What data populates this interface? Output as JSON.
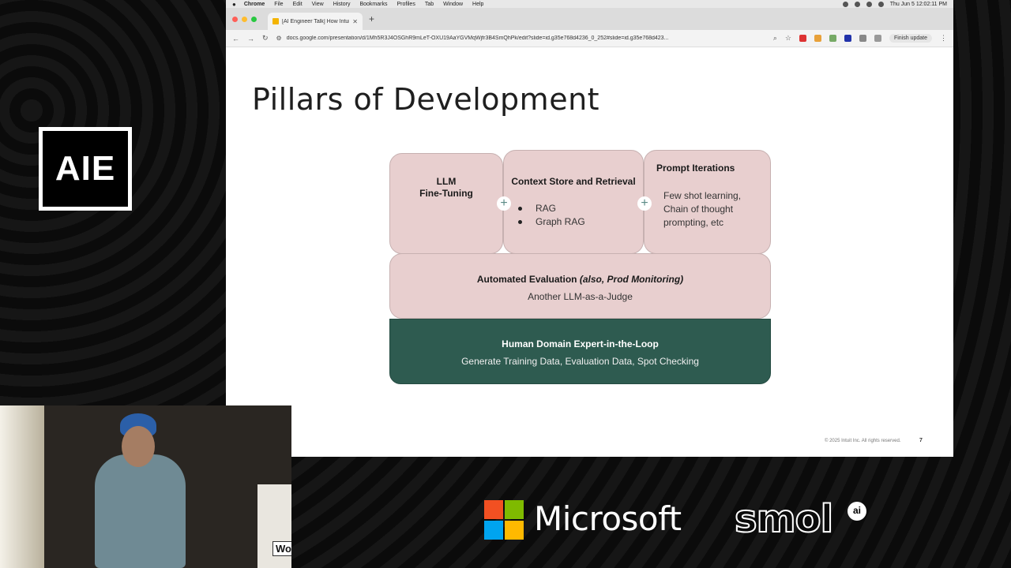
{
  "stage": {
    "logo_text": "AIE"
  },
  "macos_menubar": {
    "app_name": "Chrome",
    "menus": [
      "File",
      "Edit",
      "View",
      "History",
      "Bookmarks",
      "Profiles",
      "Tab",
      "Window",
      "Help"
    ],
    "clock": "Thu Jun 5  12:02:11 PM"
  },
  "browser": {
    "tab_title": "[AI Engineer Talk] How Intuit",
    "url": "docs.google.com/presentation/d/1Mh5R3J4OSGhR9mLeT-OXU19AaYGVMqWjfr3B4SmQhPk/edit?slide=id.g35e768d4236_0_252#slide=id.g35e768d423...",
    "finish_update_label": "Finish update",
    "colors": {
      "tabbar": "#dcdcdc",
      "toolbar": "#f3f3f3"
    }
  },
  "slide": {
    "title": "Pillars of Development",
    "boxes": {
      "llm": {
        "heading_line1": "LLM",
        "heading_line2": "Fine-Tuning"
      },
      "context": {
        "heading": "Context Store and Retrieval",
        "bullets": [
          "RAG",
          "Graph RAG"
        ]
      },
      "prompt": {
        "heading": "Prompt Iterations",
        "body_line1": "Few shot learning,",
        "body_line2": "Chain of thought",
        "body_line3": "prompting, etc"
      },
      "eval": {
        "heading_main": "Automated Evaluation ",
        "heading_italic": "(also, Prod Monitoring)",
        "body": "Another LLM-as-a-Judge"
      },
      "human": {
        "heading": "Human Domain Expert-in-the-Loop",
        "body": "Generate Training Data, Evaluation Data, Spot Checking"
      }
    },
    "plus_symbol": "+",
    "footer_note": "© 2025 Intuit Inc. All rights reserved.",
    "page_number": "7",
    "colors": {
      "pink_box": "#e8cfcf",
      "green_box": "#2e5b50"
    }
  },
  "speaker_camera": {
    "podium_label": "Wo"
  },
  "sponsors": {
    "microsoft": "Microsoft",
    "smol": "smol",
    "smol_badge": "ai",
    "ms_colors": [
      "#f25022",
      "#7fba00",
      "#00a4ef",
      "#ffb900"
    ]
  }
}
